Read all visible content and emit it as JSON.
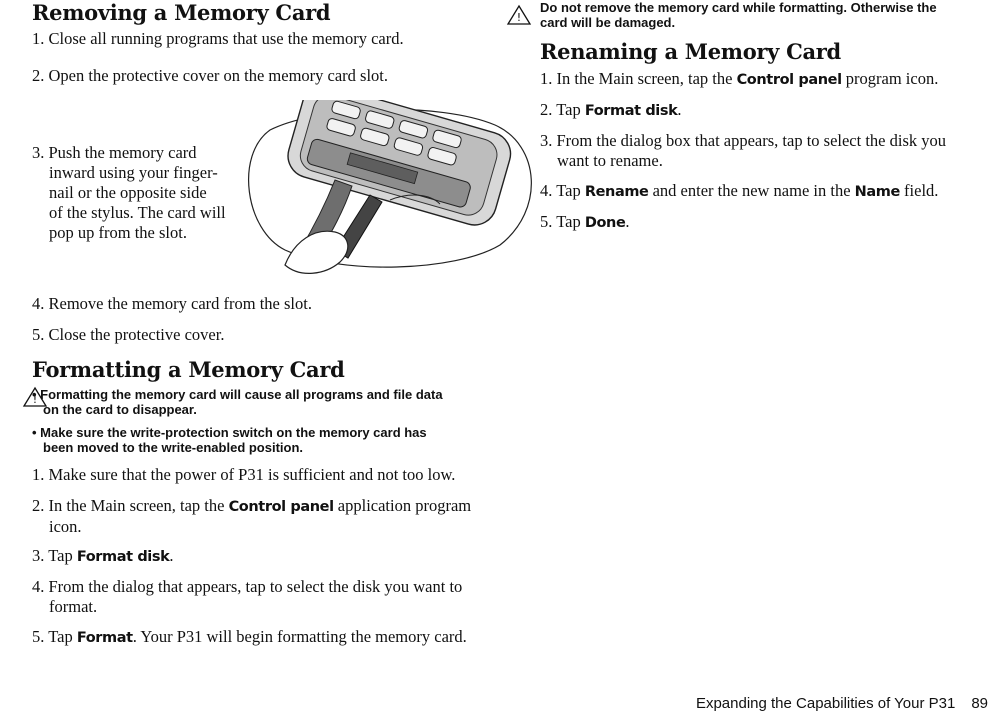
{
  "removing": {
    "title": "Removing a Memory Card",
    "step1": "1. Close all running programs that use the memory card.",
    "step2": "2. Open the protective cover on the memory card slot.",
    "step3_lines": [
      "3. Push the memory card",
      "inward using your finger-",
      "nail or the opposite side",
      "of the stylus. The card will",
      "pop up from the slot."
    ],
    "step4": "4. Remove the memory card from the slot.",
    "step5": "5. Close the protective cover."
  },
  "formatting": {
    "title": "Formatting a Memory Card",
    "warn1_l1": "• Formatting the memory card will cause all programs and file data",
    "warn1_l2": "on the card to disappear.",
    "warn2_l1": "• Make sure the write-protection switch on the memory card has",
    "warn2_l2": "been moved to the write-enabled position.",
    "step1": "1. Make sure that the power of P31 is sufficient and not too low.",
    "step2_pre": "2. In the Main screen, tap the ",
    "step2_kw": "Control panel",
    "step2_post": " application program",
    "step2_l2": "icon.",
    "step3_pre": "3. Tap ",
    "step3_kw": "Format disk",
    "step3_post": ".",
    "step4_l1": "4. From the dialog that appears, tap to select the disk you want to",
    "step4_l2": "format.",
    "step5_pre": "5. Tap ",
    "step5_kw": "Format",
    "step5_post": ". Your P31 will begin formatting the memory card."
  },
  "right_warning": {
    "l1": "Do not remove the memory card while formatting. Otherwise the",
    "l2": "card will be damaged."
  },
  "renaming": {
    "title": "Renaming a Memory Card",
    "step1_pre": "1. In the Main screen, tap the ",
    "step1_kw": "Control panel",
    "step1_post": " program icon.",
    "step2_pre": "2. Tap ",
    "step2_kw": "Format disk",
    "step2_post": ".",
    "step3_l1": "3. From the dialog box that appears, tap to select the disk you",
    "step3_l2": "want to rename.",
    "step4_pre": "4. Tap ",
    "step4_kw": "Rename",
    "step4_mid": " and enter the new name in the ",
    "step4_kw2": "Name",
    "step4_post": " field.",
    "step5_pre": "5. Tap ",
    "step5_kw": "Done",
    "step5_post": "."
  },
  "footer": {
    "text": "Expanding the Capabilities of Your P31",
    "page": "89"
  }
}
